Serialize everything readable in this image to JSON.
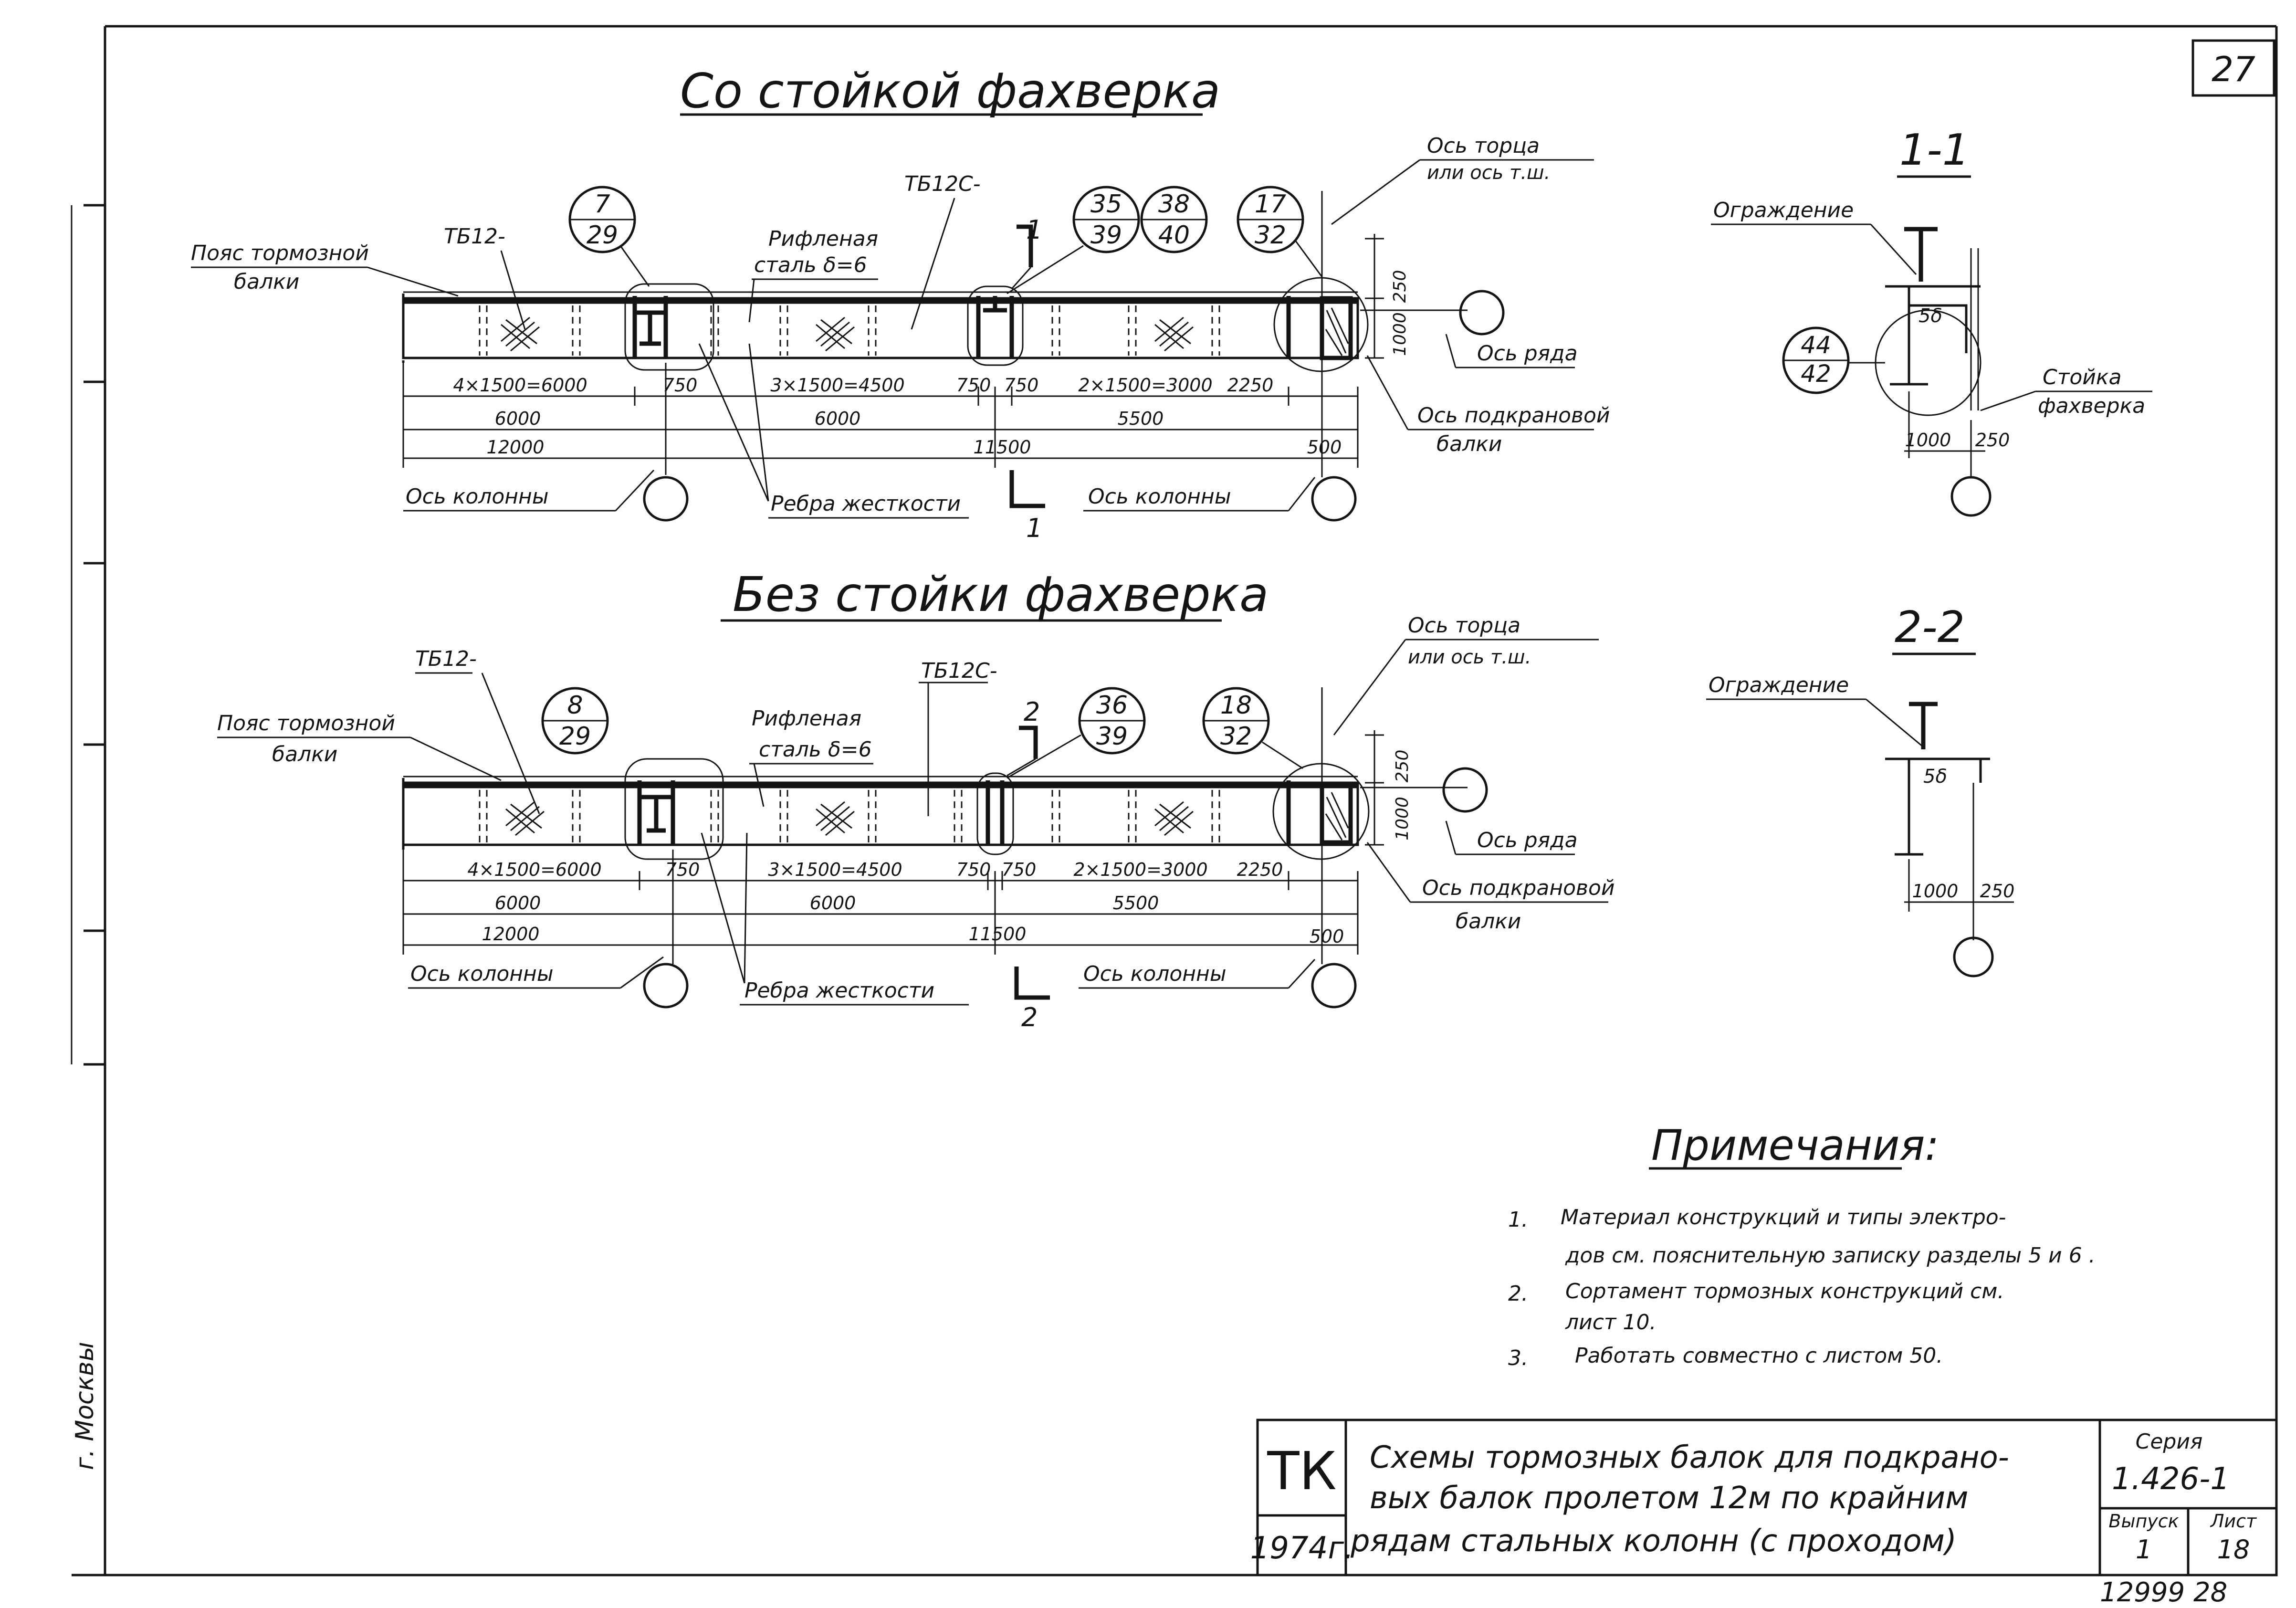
{
  "sheet": {
    "page_number": "27",
    "bottom_number": "12999  28",
    "margin_note": "г. Москвы"
  },
  "top": {
    "title": "Со стойкой фахверка",
    "belt_label_1": "Пояс тормозной",
    "belt_label_2": "балки",
    "tb12_label": "ТБ12-",
    "tb12c_label": "ТБ12С-",
    "plate_label_1": "Рифленая",
    "plate_label_2": "сталь δ=6",
    "axis_end_1": "Ось торца",
    "axis_end_2": "или ось т.ш.",
    "axis_row": "Ось ряда",
    "axis_crane_1": "Ось подкрановой",
    "axis_crane_2": "балки",
    "axis_column_left": "Ось колонны",
    "axis_column_right": "Ось колонны",
    "ribs": "Ребра жесткости",
    "section_mark": "1",
    "callouts": [
      {
        "top": "7",
        "bottom": "29"
      },
      {
        "top": "35",
        "bottom": "39"
      },
      {
        "top": "38",
        "bottom": "40"
      },
      {
        "top": "17",
        "bottom": "32"
      }
    ],
    "dims": {
      "d1": "4×1500=6000",
      "d2": "750",
      "d3": "3×1500=4500",
      "d4": "750",
      "d5": "750",
      "d6": "2×1500=3000",
      "d7": "2250",
      "r2a": "6000",
      "r2b": "6000",
      "r2c": "5500",
      "r3a": "12000",
      "r3b": "11500",
      "r3c": "500",
      "h1": "250",
      "h2": "1000"
    }
  },
  "bottom": {
    "title": "Без стойки фахверка",
    "belt_label_1": "Пояс тормозной",
    "belt_label_2": "балки",
    "tb12_label": "ТБ12-",
    "tb12c_label": "ТБ12С-",
    "plate_label_1": "Рифленая",
    "plate_label_2": "сталь δ=6",
    "axis_end_1": "Ось торца",
    "axis_end_2": "или ось т.ш.",
    "axis_row": "Ось ряда",
    "axis_crane_1": "Ось подкрановой",
    "axis_crane_2": "балки",
    "axis_column_left": "Ось колонны",
    "axis_column_right": "Ось колонны",
    "ribs": "Ребра жесткости",
    "section_mark": "2",
    "callouts": [
      {
        "top": "8",
        "bottom": "29"
      },
      {
        "top": "36",
        "bottom": "39"
      },
      {
        "top": "18",
        "bottom": "32"
      }
    ],
    "dims": {
      "d1": "4×1500=6000",
      "d2": "750",
      "d3": "3×1500=4500",
      "d4": "750",
      "d5": "750",
      "d6": "2×1500=3000",
      "d7": "2250",
      "r2a": "6000",
      "r2b": "6000",
      "r2c": "5500",
      "r3a": "12000",
      "r3b": "11500",
      "r3c": "500",
      "h1": "250",
      "h2": "1000"
    }
  },
  "section11": {
    "title": "1-1",
    "fence": "Ограждение",
    "post_1": "Стойка",
    "post_2": "фахверка",
    "callout_top": "44",
    "callout_bottom": "42",
    "plate": "5δ",
    "dim_a": "1000",
    "dim_b": "250"
  },
  "section22": {
    "title": "2-2",
    "fence": "Ограждение",
    "plate": "5δ",
    "dim_a": "1000",
    "dim_b": "250"
  },
  "notes": {
    "title": "Примечания:",
    "items": [
      {
        "num": "1.",
        "line1": "Материал  конструкций  и типы  электро-",
        "line2": "дов  см. пояснительную  записку  разделы  5 и  6 ."
      },
      {
        "num": "2.",
        "line1": "Сортамент   тормозных  конструкций  см.",
        "line2": "лист 10."
      },
      {
        "num": "3.",
        "line1": "Работать  совместно  с листом  50.",
        "line2": ""
      }
    ]
  },
  "title_block": {
    "org": "ТК",
    "year": "1974г.",
    "title_line1": "Схемы  тормозных  балок для  подкрано-",
    "title_line2": "вых  балок  пролетом  12м  по  крайним",
    "title_line3": "рядам  стальных  колонн  (с проходом)",
    "series_label": "Серия",
    "series_value": "1.426-1",
    "issue_label": "Выпуск",
    "issue_value": "1",
    "sheet_label": "Лист",
    "sheet_value": "18"
  }
}
